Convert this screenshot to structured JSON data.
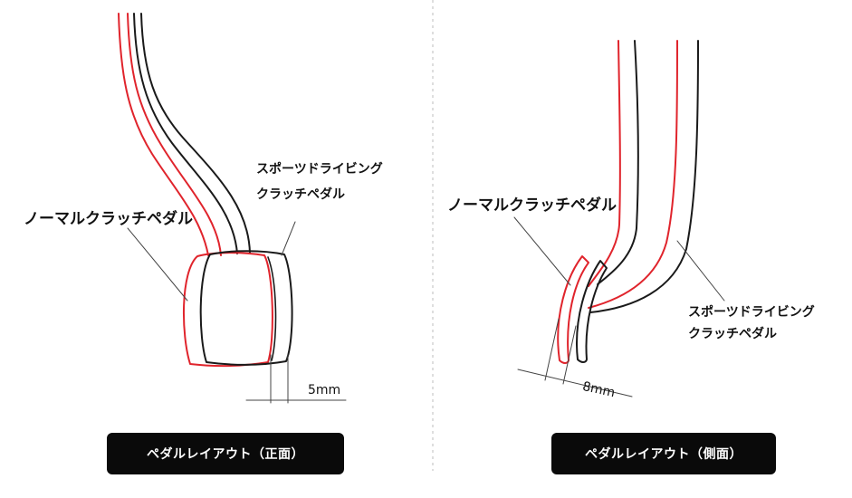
{
  "front": {
    "label_normal": "ノーマルクラッチペダル",
    "label_sport_line1": "スポーツドライビング",
    "label_sport_line2": "クラッチペダル",
    "dimension": "5mm",
    "caption": "ペダルレイアウト（正面）"
  },
  "side": {
    "label_normal": "ノーマルクラッチペダル",
    "label_sport_line1": "スポーツドライビング",
    "label_sport_line2": "クラッチペダル",
    "dimension": "8mm",
    "caption": "ペダルレイアウト（側面）"
  },
  "colors": {
    "normal_pedal": "#e0242c",
    "sport_pedal": "#1a1a1a",
    "caption_bg": "#0a0a0a",
    "divider": "#c8c8c8"
  }
}
